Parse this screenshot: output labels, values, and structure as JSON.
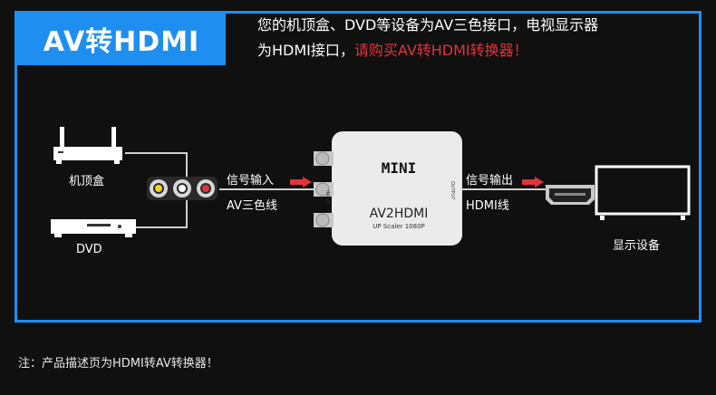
{
  "title": "AV转HDMI",
  "header": {
    "line1": "您的机顶盒、DVD等设备为AV三色接口，电视显示器",
    "line2_prefix": "为HDMI接口，",
    "line2_highlight": "请购买AV转HDMI转换器！"
  },
  "devices": {
    "settop_label": "机顶盒",
    "dvd_label": "DVD",
    "display_label": "显示设备"
  },
  "signals": {
    "input_label": "信号输入",
    "input_cable": "AV三色线",
    "output_label": "信号输出",
    "output_cable": "HDMI线"
  },
  "converter": {
    "brand": "MINI",
    "model": "AV2HDMI",
    "subtitle": "UP Scaler 1080P",
    "input_port": "INPUT",
    "output_port": "OUTPUT"
  },
  "note": "注：产品描述页为HDMI转AV转换器！",
  "colors": {
    "accent": "#1e8ff0",
    "highlight": "#e0343a",
    "arrow": "#e0343a"
  }
}
